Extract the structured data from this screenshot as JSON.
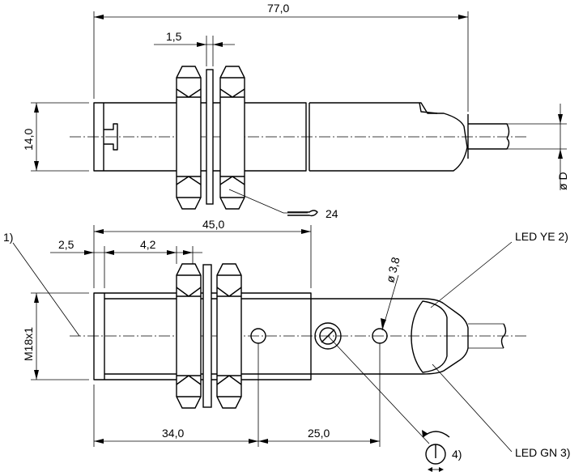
{
  "dims": {
    "overall_length": "77,0",
    "thread_pitch": "1,5",
    "height_top": "14,0",
    "wrench_size": "24",
    "cable_dia": "ø D",
    "note_1": "1)",
    "length_45": "45,0",
    "dim_2_5": "2,5",
    "dim_4_2": "4,2",
    "led_dia": "ø 3,8",
    "led_yellow": "LED YE 2)",
    "thread": "M18x1",
    "dim_34": "34,0",
    "dim_25": "25,0",
    "note_4": "4)",
    "led_green": "LED GN 3)"
  }
}
